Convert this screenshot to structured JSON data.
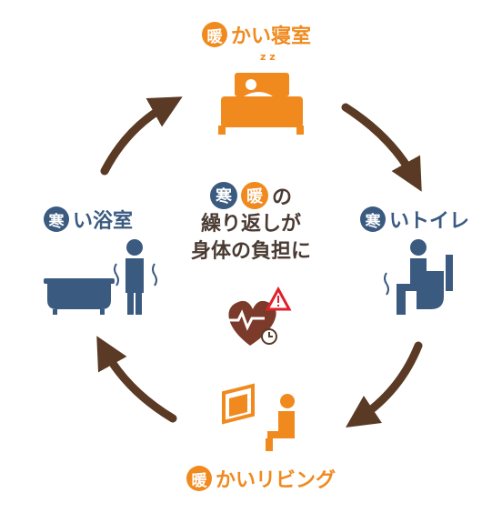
{
  "warm_bedroom": {
    "badge": "暖",
    "text": "かい寝室"
  },
  "cold_toilet": {
    "badge": "寒",
    "text": "いトイレ"
  },
  "warm_living": {
    "badge": "暖",
    "text": "かいリビング"
  },
  "cold_bath": {
    "badge": "寒",
    "text": "い浴室"
  },
  "center": {
    "badge_cold": "寒",
    "badge_warm": "暖",
    "particle": "の",
    "line2": "繰り返しが",
    "line3": "身体の負担に"
  },
  "icons": {
    "sleep_mark": "z z",
    "bedroom": "bed-icon",
    "toilet": "toilet-icon",
    "living": "heater-chair-icon",
    "bath": "bathtub-icon",
    "heart": "heart-warning-icon"
  },
  "colors": {
    "warm": "#f08a1f",
    "cold": "#3a5a80",
    "arrow": "#5a3a25",
    "center_text": "#4a3a32"
  }
}
